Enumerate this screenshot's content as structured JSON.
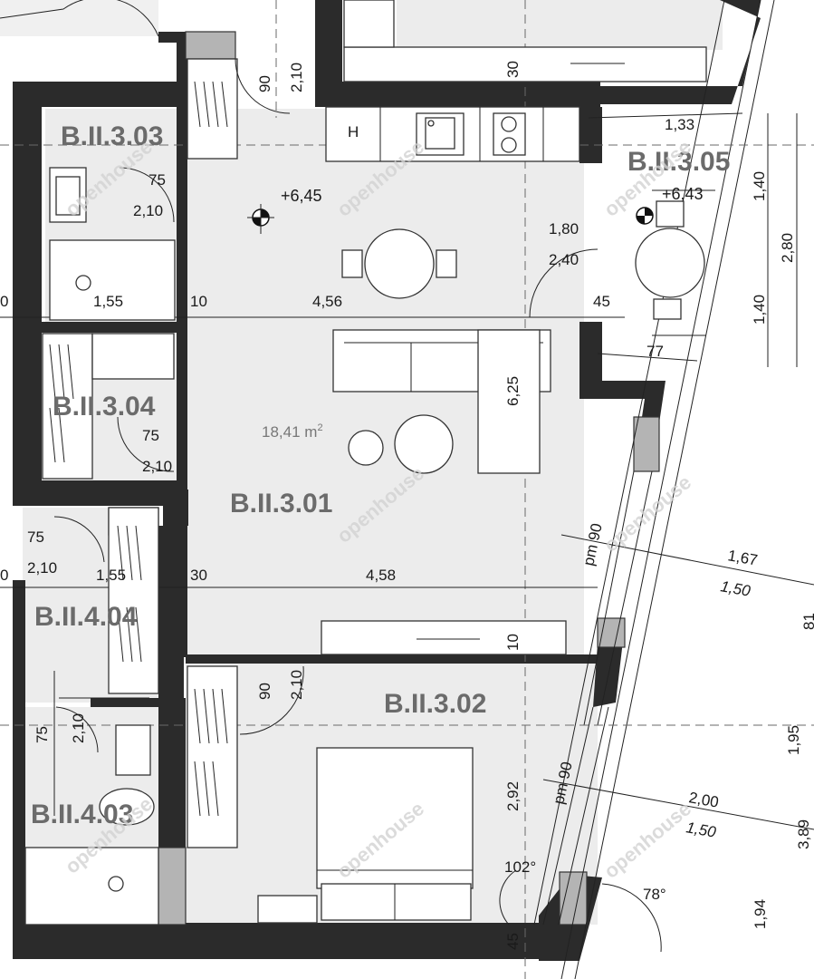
{
  "rooms": {
    "r1": "B.II.3.03",
    "r2": "B.II.3.05",
    "r3": "B.II.3.04",
    "r4": "B.II.3.01",
    "r5": "B.II.4.04",
    "r6": "B.II.3.02",
    "r7": "B.II.4.03"
  },
  "levels": {
    "main": "+6,45",
    "balcony": "+6,43"
  },
  "area_label": "18,41 m",
  "area_sup": "2",
  "dimensions": {
    "d_210_top": "2,10",
    "d_90_top": "90",
    "d_30_top": "30",
    "d_133": "1,33",
    "d_140a": "1,40",
    "d_280": "2,80",
    "d_140b": "1,40",
    "d_75a": "75",
    "d_210a": "2,10",
    "d_180": "1,80",
    "d_240": "2,40",
    "d_155a": "1,55",
    "d_10a": "10",
    "d_456": "4,56",
    "d_45a": "45",
    "d_77": "77",
    "d_625": "6,25",
    "d_75b": "75",
    "d_210b": "2,10",
    "d_0a": "0",
    "d_75c": "75",
    "d_210c": "2,10",
    "d_0b": "0",
    "d_155b": "1,55",
    "d_30b": "30",
    "d_458": "4,58",
    "d_pm90a": "pm 90",
    "d_167": "1,67",
    "d_150a": "1,50",
    "d_81": "81",
    "d_10b": "10",
    "d_90b": "90",
    "d_210d": "2,10",
    "d_75d": "75",
    "d_210e": "2,10",
    "d_195": "1,95",
    "d_292": "2,92",
    "d_pm90b": "pm 90",
    "d_200": "2,00",
    "d_150b": "1,50",
    "d_389": "3,89",
    "d_194": "1,94",
    "d_45b": "45"
  },
  "angles": {
    "a102": "102°",
    "a78": "78°"
  },
  "appliances": {
    "h": "H"
  },
  "watermark": "openhouse"
}
